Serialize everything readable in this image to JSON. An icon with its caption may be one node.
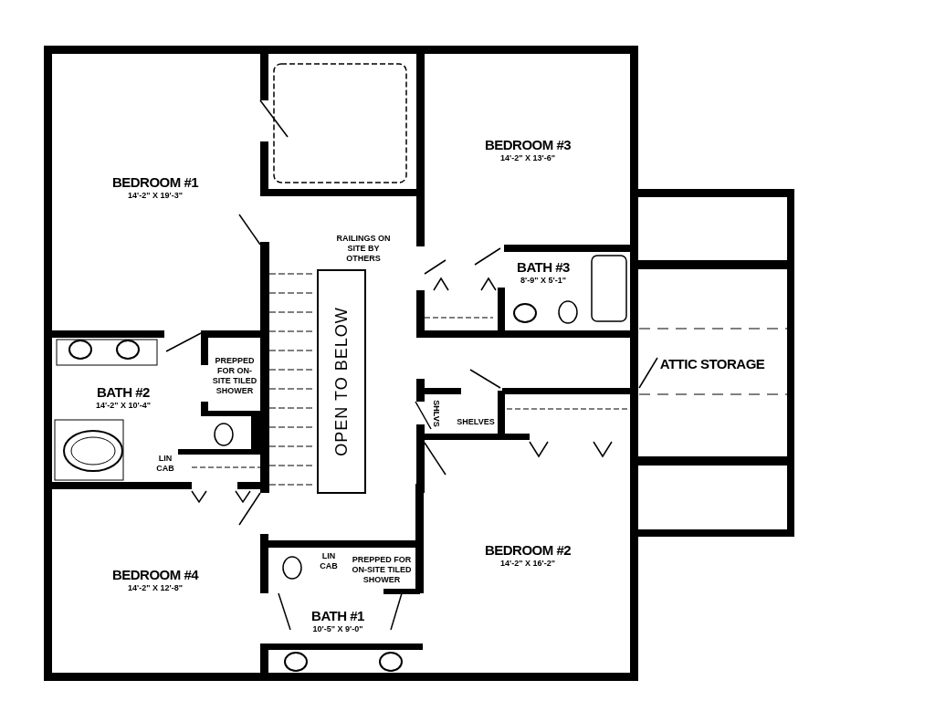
{
  "diagram": {
    "nodes": [
      {
        "text": [
          "BEDROOM #1",
          "14'-2\" X 19'-3\""
        ]
      },
      {
        "text": [
          "BATH #2",
          "14'-2\" X 10'-4\""
        ]
      },
      {
        "text": [
          "PREPPED FOR ON-SITE TILED SHOWER"
        ],
        "in": 1
      },
      {
        "text": [
          "LIN CAB"
        ],
        "in": 1
      },
      {
        "text": [
          "BEDROOM #4",
          "14'-2\" X 12'-8\""
        ]
      },
      {
        "text": [
          "BATH #1",
          "10'-5\" X 9'-0\""
        ]
      },
      {
        "text": [
          "LIN CAB"
        ],
        "in": 5
      },
      {
        "text": [
          "PREPPED FOR ON-SITE TILED SHOWER"
        ],
        "in": 5
      },
      {
        "text": [
          "BEDROOM #3",
          "14'-2\" X 13'-6\""
        ]
      },
      {
        "text": [
          "BATH #3",
          "8'-9\" X 5'-1\""
        ]
      },
      {
        "text": [
          "SHLVS"
        ]
      },
      {
        "text": [
          "SHELVES"
        ]
      },
      {
        "text": [
          "BEDROOM #2",
          "14'-2\" X 16'-2\""
        ]
      },
      {
        "text": [
          "OPEN TO BELOW"
        ]
      },
      {
        "text": [
          "ATTIC STORAGE"
        ]
      }
    ],
    "edges": [],
    "labels": [
      "RAILINGS ON SITE BY OTHERS"
    ]
  }
}
